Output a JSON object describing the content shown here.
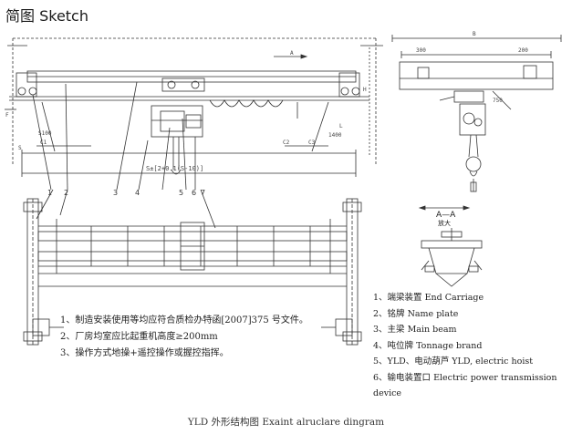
{
  "header": {
    "title": "简图 Sketch"
  },
  "callouts": [
    "1",
    "2",
    "3",
    "4",
    "5",
    "6",
    "7"
  ],
  "dimensions": {
    "span_formula": "S±[2+0.1(S-10)]",
    "c1": "C1",
    "c2": "C2",
    "c3": "C3",
    "f": "F",
    "l": "L",
    "h": "H",
    "b": "B",
    "aa": "A",
    "s100": "S100",
    "s_label": "S",
    "v200": "200",
    "v300": "300",
    "v750": "750",
    "v1400": "1400"
  },
  "section": {
    "label": "A—A",
    "zoom": "放大"
  },
  "notes": [
    "1、制造安装使用等均应符合质检办特函[2007]375 号文件。",
    "2、厂房均室应比起重机高度≥200mm",
    "3、操作方式地操+遥控操作或握控指挥。"
  ],
  "legend": [
    "1、端梁装置 End Carriage",
    "2、铭牌 Name plate",
    "3、主梁 Main beam",
    "4、吨位牌 Tonnage brand",
    "5、YLD、电动葫芦 YLD, electric hoist",
    "6、输电装置口 Electric power transmission device"
  ],
  "caption": "YLD 外形结构图 Exaint alruclare dingram"
}
